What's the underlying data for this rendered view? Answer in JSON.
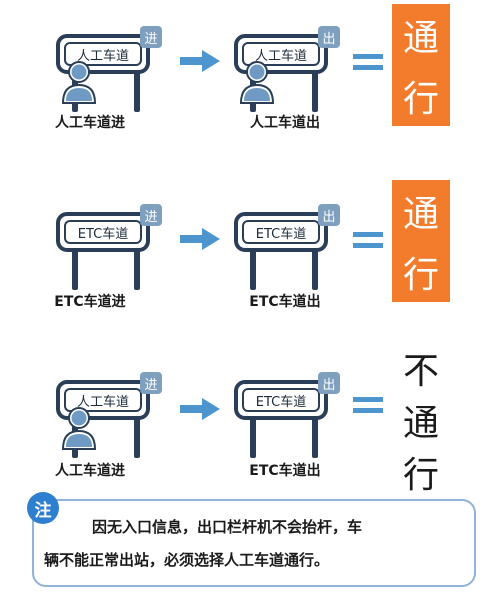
{
  "colors": {
    "dark": "#2a3f57",
    "badge": "#7f9fbe",
    "accent": "#f27c2b",
    "arrow": "#4c95cf",
    "note_border": "#8fb3d9",
    "note_tag": "#2f7fd0"
  },
  "rows": [
    {
      "entry": {
        "board": "人工车道",
        "badge": "进",
        "caption": "人工车道进"
      },
      "exit": {
        "board": "人工车道",
        "badge": "出",
        "caption": "人工车道出"
      },
      "equals": "=",
      "result": [
        "通",
        "行"
      ]
    },
    {
      "entry": {
        "board": "ETC车道",
        "badge": "进",
        "caption": "ETC车道进"
      },
      "exit": {
        "board": "ETC车道",
        "badge": "出",
        "caption": "ETC车道出"
      },
      "equals": "=",
      "result": [
        "通",
        "行"
      ]
    },
    {
      "entry": {
        "board": "人工车道",
        "badge": "进",
        "caption": "人工车道进"
      },
      "exit": {
        "board": "ETC车道",
        "badge": "出",
        "caption": "ETC车道出"
      },
      "equals": "=",
      "result": [
        "不",
        "通",
        "行"
      ]
    }
  ],
  "note": {
    "tag": "注",
    "line1": "因无入口信息，出口栏杆机不会抬杆，车",
    "line2": "辆不能正常出站，必须选择人工车道通行。"
  }
}
